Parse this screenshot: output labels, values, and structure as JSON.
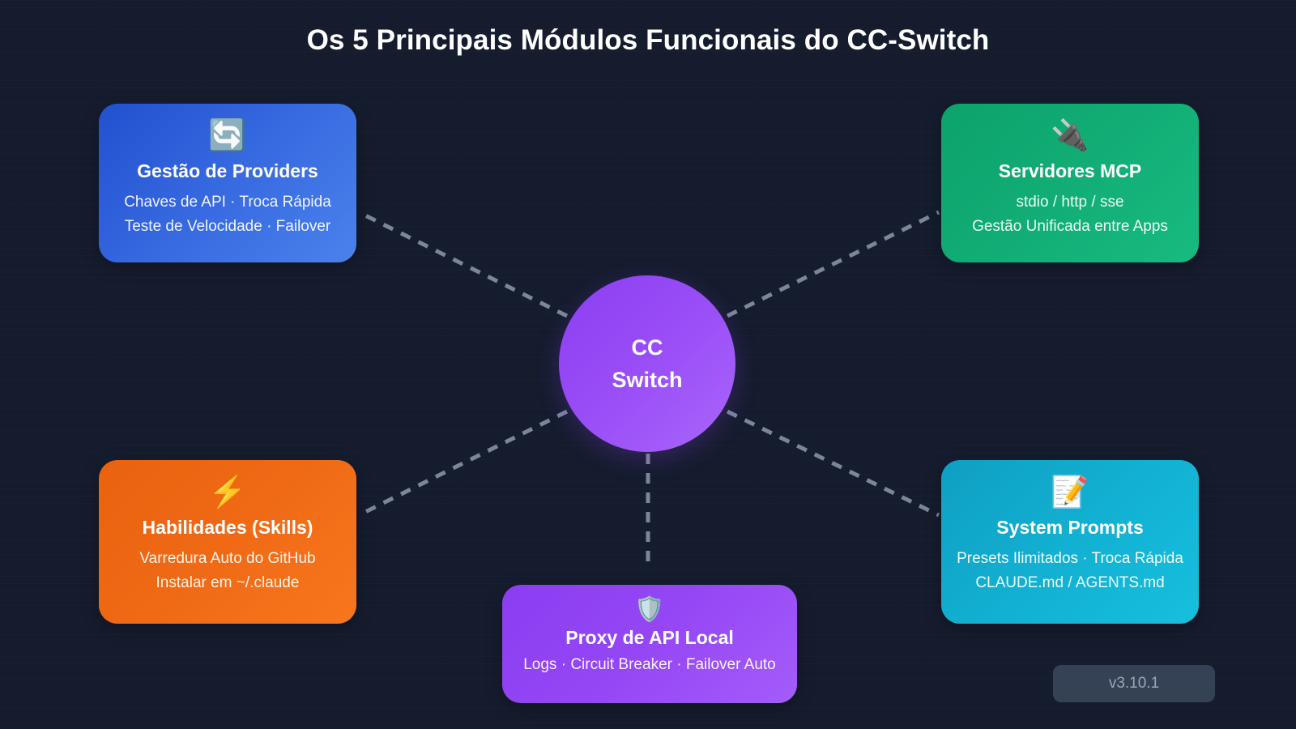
{
  "page": {
    "title": "Os 5 Principais Módulos Funcionais do CC-Switch",
    "background_color": "#151c2e",
    "connector_color": "#7b8798"
  },
  "hub": {
    "line1": "CC",
    "line2": "Switch",
    "color": "#9a4ef7"
  },
  "version": {
    "label": "v3.10.1"
  },
  "cards": [
    {
      "id": "providers",
      "icon": "counterclockwise-arrows-icon",
      "icon_glyph": "🔄",
      "title": "Gestão de Providers",
      "line1": "Chaves de API · Troca Rápida",
      "line2": "Teste de Velocidade · Failover",
      "color": "#3567df"
    },
    {
      "id": "mcp",
      "icon": "electric-plug-icon",
      "icon_glyph": "🔌",
      "title": "Servidores MCP",
      "line1": "stdio / http / sse",
      "line2": "Gestão Unificada entre Apps",
      "color": "#12ad76"
    },
    {
      "id": "skills",
      "icon": "high-voltage-icon",
      "icon_glyph": "⚡",
      "title": "Habilidades (Skills)",
      "line1": "Varredura Auto do GitHub",
      "line2": "Instalar em ~/.claude",
      "color": "#f06a16"
    },
    {
      "id": "prompts",
      "icon": "memo-icon",
      "icon_glyph": "📝",
      "title": "System Prompts",
      "line1": "Presets Ilimitados · Troca Rápida",
      "line2": "CLAUDE.md / AGENTS.md",
      "color": "#12b0d2"
    },
    {
      "id": "proxy",
      "icon": "shield-icon",
      "icon_glyph": "🛡️",
      "title": "Proxy de API Local",
      "line1": "Logs · Circuit Breaker · Failover Auto",
      "line2": "",
      "color": "#9547f5"
    }
  ]
}
